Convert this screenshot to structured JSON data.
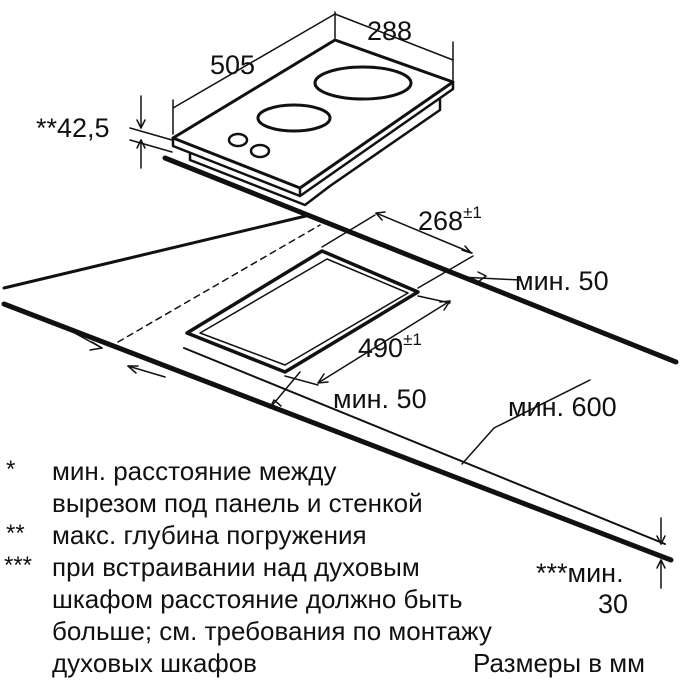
{
  "colors": {
    "line": "#111111",
    "background": "#ffffff"
  },
  "dimensions": {
    "hob_depth": "288",
    "hob_width": "505",
    "immersion_depth": "**42,5",
    "cutout_depth": "268",
    "cutout_depth_tol": "±1",
    "cutout_width": "490",
    "cutout_width_tol": "±1",
    "min_back": "мин. 50",
    "min_front": "мин. 50",
    "min_600": "мин. 600",
    "min_30_line1": "***мин.",
    "min_30_line2": "30"
  },
  "notes": [
    {
      "mark": "*",
      "lines": [
        "мин. расстояние между",
        "вырезом под панель и стенкой"
      ]
    },
    {
      "mark": "**",
      "lines": [
        "макс. глубина погружения"
      ]
    },
    {
      "mark": "***",
      "lines": [
        "при встраивании над духовым",
        "шкафом расстояние должно быть",
        "больше; см. требования по монтажу",
        "духовых шкафов"
      ]
    }
  ],
  "units_label": "Размеры в мм"
}
